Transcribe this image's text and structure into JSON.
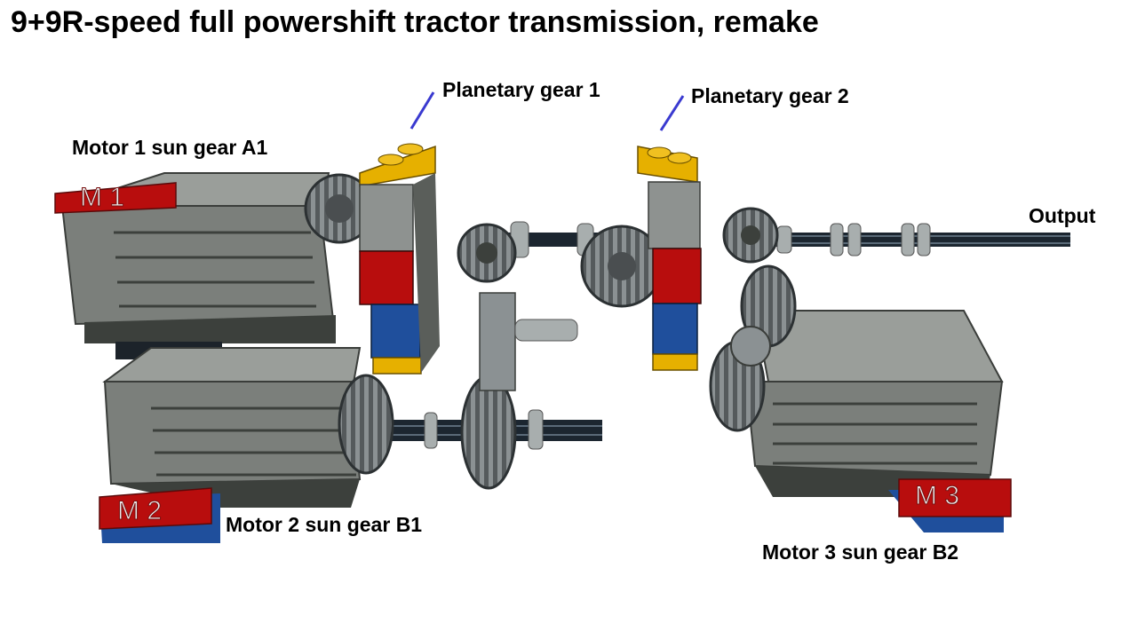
{
  "title": "9+9R-speed full powershift tractor transmission, remake",
  "labels": {
    "planetary1": "Planetary gear 1",
    "planetary2": "Planetary gear 2",
    "motor1": "Motor 1 sun gear A1",
    "output": "Output",
    "motor2": "Motor 2 sun gear B1",
    "motor3": "Motor 3 sun gear B2"
  },
  "motor_tags": {
    "m1": "M 1",
    "m2": "M 2",
    "m3": "M 3"
  },
  "colors": {
    "motor_body": "#7b7f7b",
    "motor_dark": "#3c403c",
    "gear_dark": "#4a4e50",
    "gear_light": "#a8aeae",
    "brick_yellow": "#e6b000",
    "brick_red": "#b80d0d",
    "brick_blue": "#1f4f9c",
    "brick_grey": "#8e9290",
    "axle": "#1c2630",
    "leader_line": "#3a3ad0"
  }
}
